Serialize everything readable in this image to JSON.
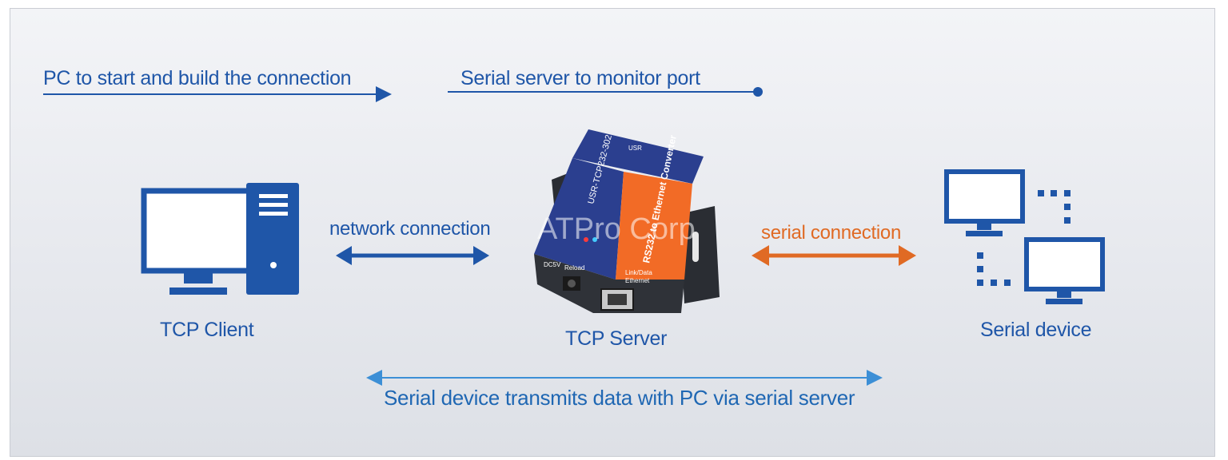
{
  "diagram": {
    "top_left_label": "PC to start and build the connection",
    "top_right_label": "Serial server to monitor port",
    "network_label": "network connection",
    "serial_label": "serial connection",
    "client_label": "TCP Client",
    "server_label": "TCP Server",
    "device_label": "Serial device",
    "bottom_label": "Serial device transmits data with PC via serial server",
    "watermark": "ATPro Corp",
    "device_texts": {
      "model": "USR-TCP232-302",
      "product": "RS232 to Ethernet Converter",
      "power": "DC5V",
      "reload": "Reload",
      "port": "Ethernet",
      "brand": "USR",
      "status": "Link/Data"
    }
  },
  "colors": {
    "blue": "#1f56a8",
    "light_blue": "#3c8fd6",
    "orange": "#e06a24",
    "device_navy": "#2b3f8f",
    "device_orange": "#f26b26"
  }
}
